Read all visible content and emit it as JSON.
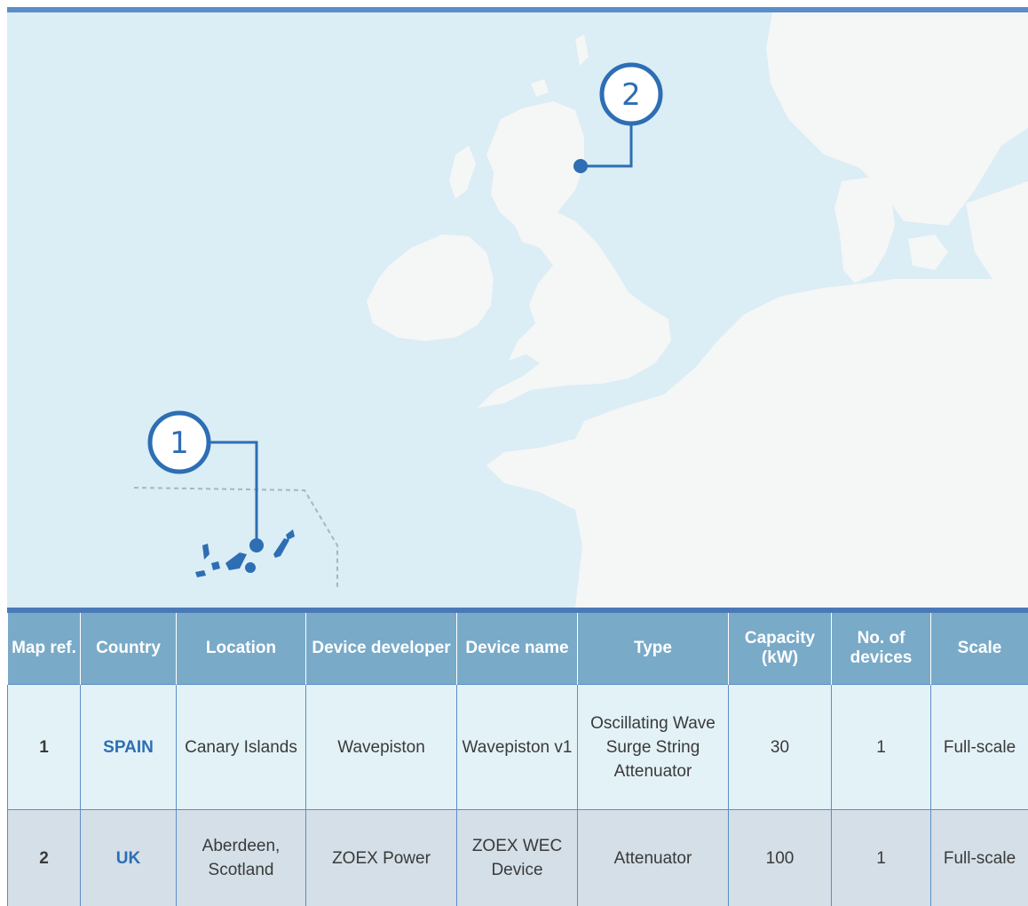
{
  "map": {
    "markers": [
      {
        "ref": "1",
        "label": "1"
      },
      {
        "ref": "2",
        "label": "2"
      }
    ],
    "colors": {
      "sea": "#dbedf5",
      "land": "#f5f6f6",
      "marker": "#2d6eb4",
      "boundary": "#a9b6bd"
    }
  },
  "table": {
    "headers": {
      "map_ref": "Map ref.",
      "country": "Country",
      "location": "Location",
      "developer": "Device developer",
      "device_name": "Device name",
      "type": "Type",
      "capacity": "Capacity (kW)",
      "devices": "No. of devices",
      "scale": "Scale"
    },
    "rows": [
      {
        "map_ref": "1",
        "country": "SPAIN",
        "location": "Canary Islands",
        "developer": "Wavepiston",
        "device_name": "Wavepiston v1",
        "type": "Oscillating Wave Surge String Attenuator",
        "capacity": "30",
        "devices": "1",
        "scale": "Full-scale"
      },
      {
        "map_ref": "2",
        "country": "UK",
        "location": "Aberdeen, Scotland",
        "developer": "ZOEX Power",
        "device_name": "ZOEX WEC Device",
        "type": "Attenuator",
        "capacity": "100",
        "devices": "1",
        "scale": "Full-scale"
      }
    ],
    "colors": {
      "header_bg": "#79aac8",
      "row1_bg": "#e3f2f7",
      "row2_bg": "#d4dfe7",
      "country_text": "#2d6eb4"
    }
  }
}
